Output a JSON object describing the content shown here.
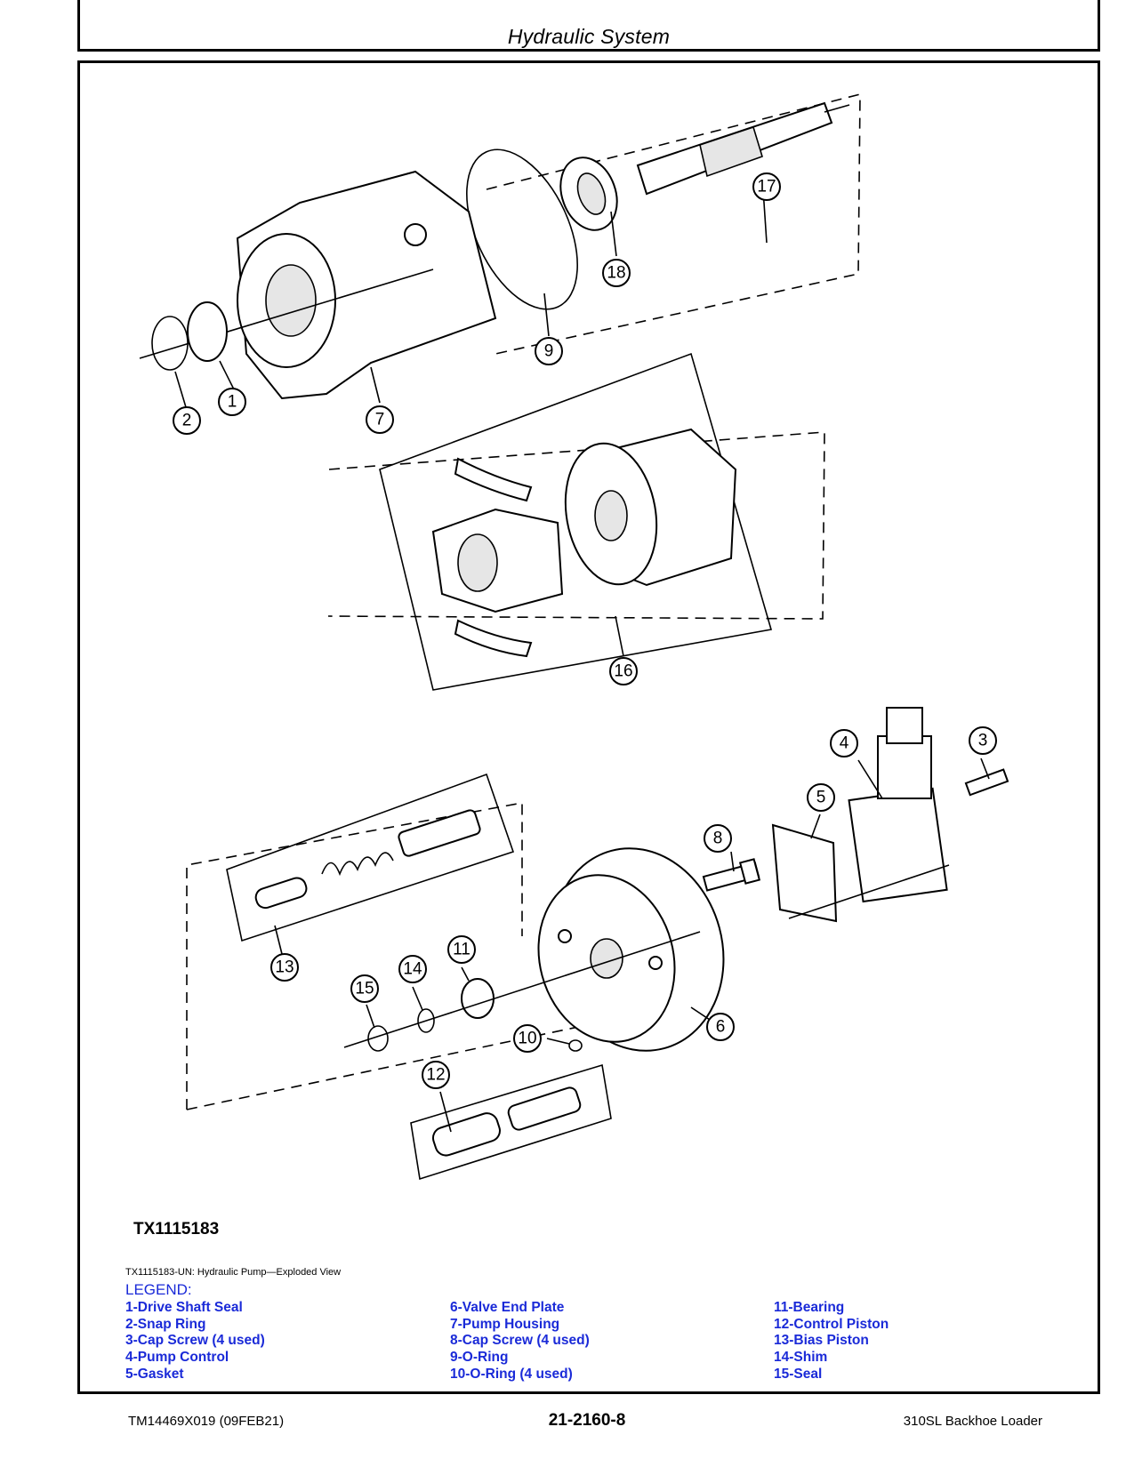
{
  "header": {
    "section_title": "Hydraulic System"
  },
  "figure": {
    "id_label": "TX1115183",
    "caption": "TX1115183-UN: Hydraulic Pump—Exploded View",
    "callouts": [
      "1",
      "2",
      "3",
      "4",
      "5",
      "6",
      "7",
      "8",
      "9",
      "10",
      "11",
      "12",
      "13",
      "14",
      "15",
      "16",
      "17",
      "18"
    ]
  },
  "legend": {
    "heading": "LEGEND:",
    "column1": [
      "1-Drive Shaft Seal",
      "2-Snap Ring",
      "3-Cap Screw (4 used)",
      "4-Pump Control",
      "5-Gasket"
    ],
    "column2": [
      "6-Valve End Plate",
      "7-Pump Housing",
      "8-Cap Screw (4 used)",
      "9-O-Ring",
      "10-O-Ring (4 used)"
    ],
    "column3": [
      "11-Bearing",
      "12-Control Piston",
      "13-Bias Piston",
      "14-Shim",
      "15-Seal"
    ]
  },
  "footer": {
    "doc_code": "TM14469X019 (09FEB21)",
    "page_number": "21-2160-8",
    "machine": "310SL Backhoe Loader"
  }
}
